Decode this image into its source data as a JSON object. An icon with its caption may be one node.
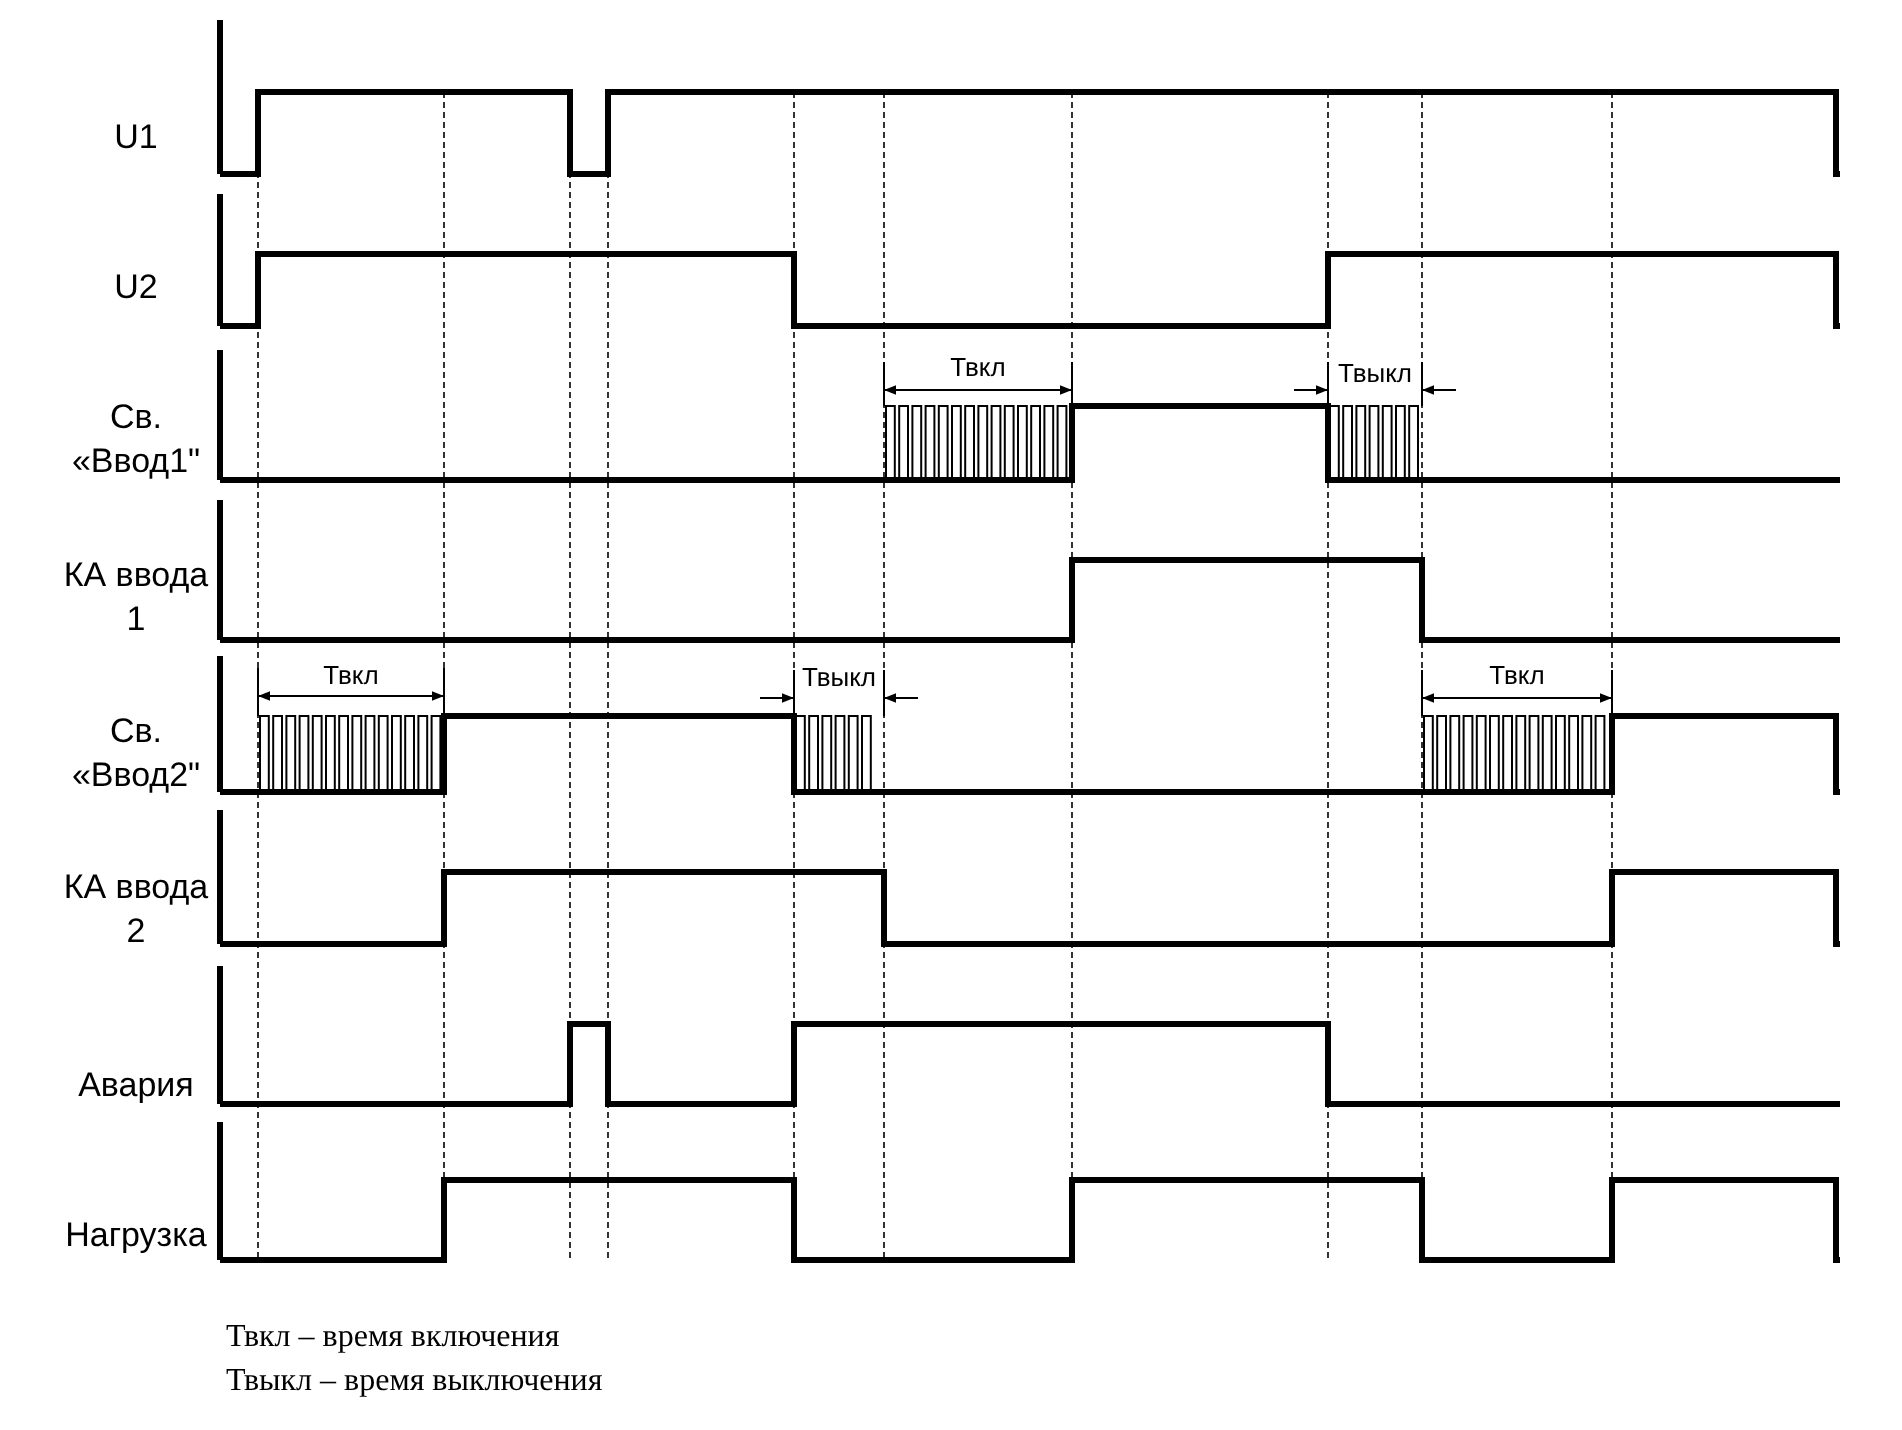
{
  "diagram": {
    "labels": [
      "U1",
      "U2",
      "Св. «Ввод1\"",
      "Твкл",
      "Твыкл",
      "КА ввода 1",
      "Св. «Ввод2\"",
      "Твкл",
      "Твыкл",
      "Твкл",
      "КА ввода 2",
      "Авария",
      "Нагрузка",
      "Твкл – время включения",
      "Твыкл – время выключения"
    ]
  }
}
